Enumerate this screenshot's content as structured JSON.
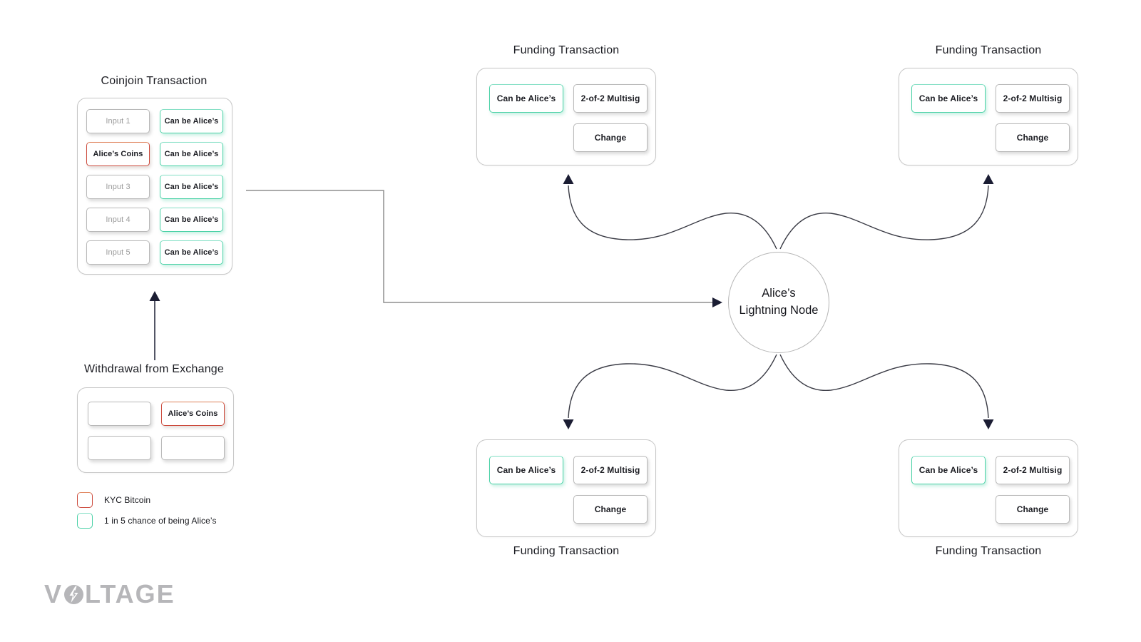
{
  "colors": {
    "kyc_red": "#cc4a3c",
    "alice_green": "#49d1a6",
    "arrowhead_dark": "#1b1d33",
    "curve_stroke": "#3a3b45",
    "border_gray": "#b9b9b9",
    "text_dark": "#17181d",
    "text_gray": "#9b9b9b",
    "logo_gray": "#b6b6b9"
  },
  "coinjoin": {
    "title": "Coinjoin Transaction",
    "rows": [
      {
        "input": "Input 1",
        "input_type": "plain",
        "output": "Can be Alice’s"
      },
      {
        "input": "Alice’s Coins",
        "input_type": "kyc",
        "output": "Can be Alice’s"
      },
      {
        "input": "Input 3",
        "input_type": "plain",
        "output": "Can be Alice’s"
      },
      {
        "input": "Input 4",
        "input_type": "plain",
        "output": "Can be Alice’s"
      },
      {
        "input": "Input 5",
        "input_type": "plain",
        "output": "Can be Alice’s"
      }
    ]
  },
  "withdrawal": {
    "title": "Withdrawal from Exchange",
    "cells": [
      {
        "label": "",
        "type": "plain"
      },
      {
        "label": "Alice’s Coins",
        "type": "kyc"
      },
      {
        "label": "",
        "type": "plain"
      },
      {
        "label": "",
        "type": "plain"
      }
    ]
  },
  "node": {
    "line1": "Alice’s",
    "line2": "Lightning Node"
  },
  "funding": [
    {
      "title": "Funding Transaction",
      "output1": "Can be Alice’s",
      "output2": "2-of-2 Multisig",
      "output3": "Change"
    },
    {
      "title": "Funding Transaction",
      "output1": "Can be Alice’s",
      "output2": "2-of-2 Multisig",
      "output3": "Change"
    },
    {
      "title": "Funding Transaction",
      "output1": "Can be Alice’s",
      "output2": "2-of-2 Multisig",
      "output3": "Change"
    },
    {
      "title": "Funding Transaction",
      "output1": "Can be Alice’s",
      "output2": "2-of-2 Multisig",
      "output3": "Change"
    }
  ],
  "legend": [
    {
      "label": "KYC Bitcoin",
      "type": "kyc"
    },
    {
      "label": "1 in 5 chance of being Alice’s",
      "type": "chance"
    }
  ],
  "logo": {
    "pre": "V",
    "rest": "LTAGE"
  }
}
